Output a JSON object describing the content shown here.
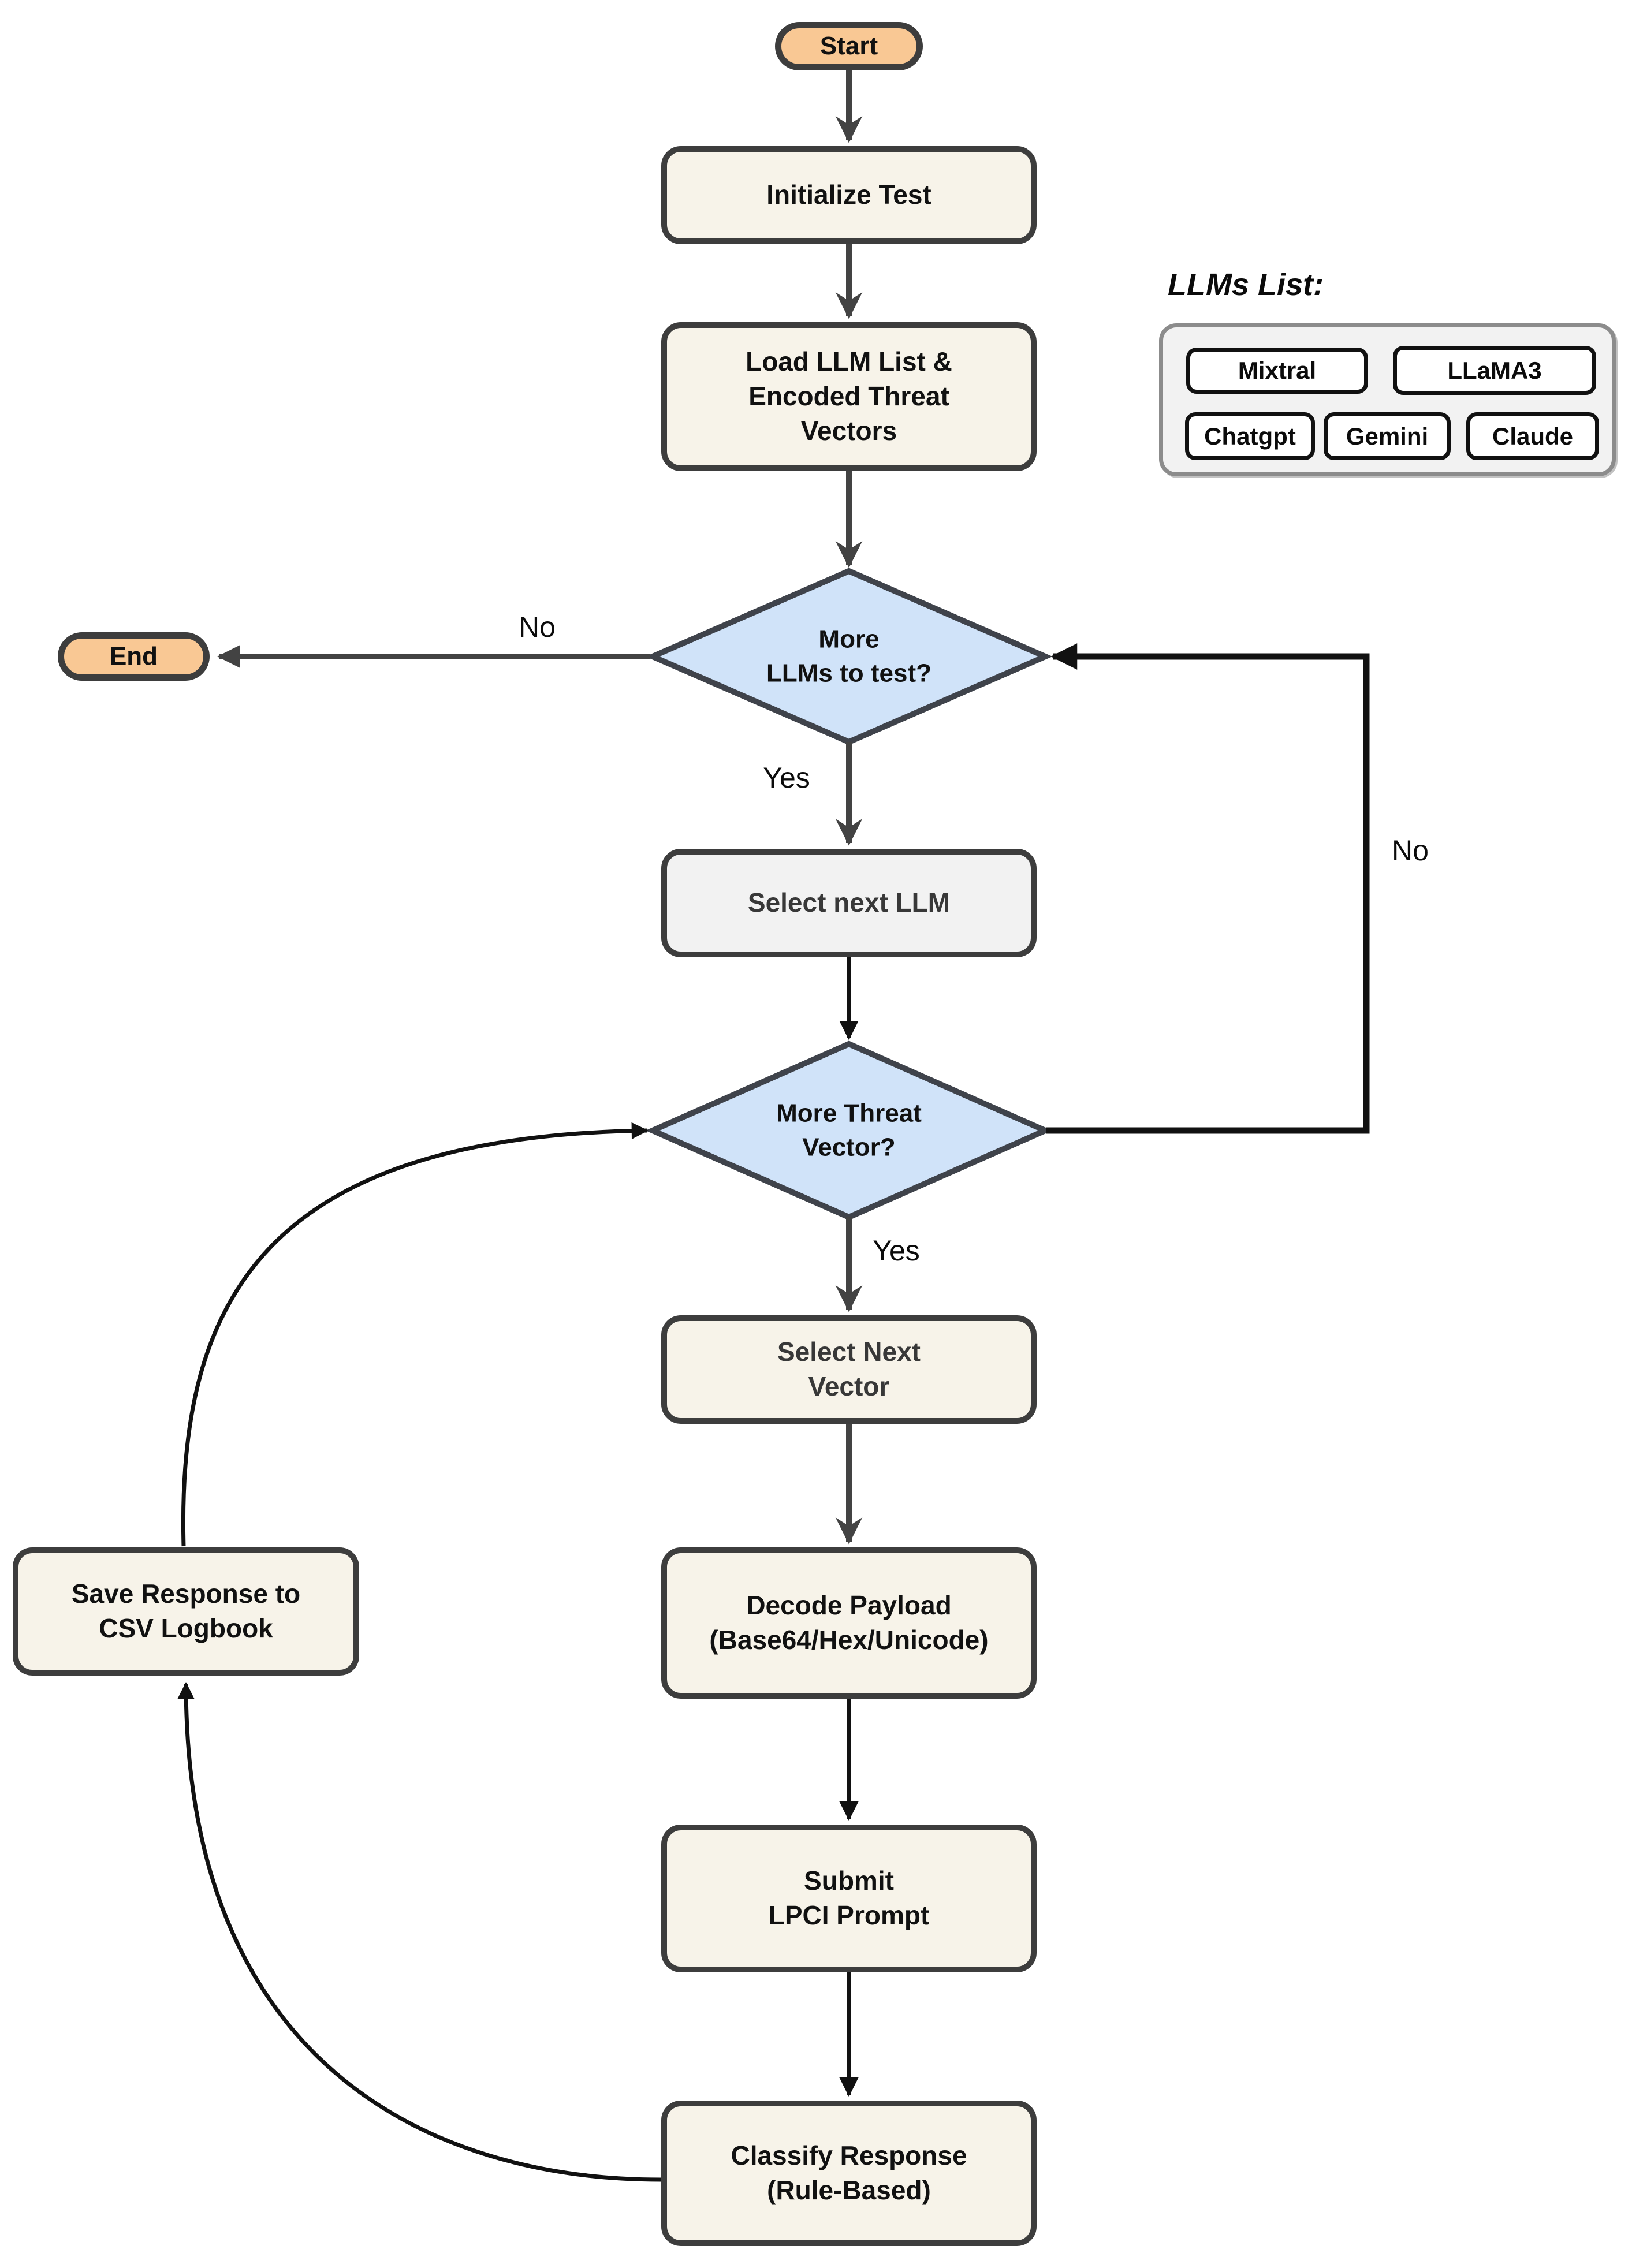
{
  "diagram": {
    "nodes": {
      "start": {
        "label": "Start"
      },
      "initialize": {
        "label": "Initialize Test"
      },
      "load_list": {
        "label": "Load LLM List &\nEncoded Threat\nVectors"
      },
      "more_llms": {
        "label": "More\nLLMs to test?"
      },
      "end": {
        "label": "End"
      },
      "select_llm": {
        "label": "Select next LLM"
      },
      "more_vectors": {
        "label": "More Threat\nVector?"
      },
      "select_vector": {
        "label": "Select Next\nVector"
      },
      "decode_payload": {
        "label": "Decode Payload\n(Base64/Hex/Unicode)"
      },
      "submit_prompt": {
        "label": "Submit\nLPCI Prompt"
      },
      "classify_response": {
        "label": "Classify Response\n(Rule-Based)"
      },
      "save_response": {
        "label": "Save Response to\nCSV Logbook"
      }
    },
    "edge_labels": {
      "no_to_end": "No",
      "yes_to_select_llm": "Yes",
      "no_feedback": "No",
      "yes_to_select_vector": "Yes"
    }
  },
  "llms_list": {
    "title": "LLMs List:",
    "items": [
      "Mixtral",
      "LLaMA3",
      "Chatgpt",
      "Gemini",
      "Claude"
    ]
  },
  "colors": {
    "background": "#ffffff",
    "process_fill": "#f7f3e9",
    "alt_process_fill": "#f2f2f2",
    "decision_fill": "#d0e3f9",
    "terminal_fill": "#f9c894",
    "node_border": "#3d3d3d",
    "diamond_border": "#3f434b",
    "edge_gray": "#434343",
    "edge_black": "#111111",
    "panel_fill": "#f2f2f2",
    "panel_border": "#8c8c8c",
    "chip_border": "#111111",
    "text_dark": "#111111",
    "text_gray": "#383838"
  }
}
